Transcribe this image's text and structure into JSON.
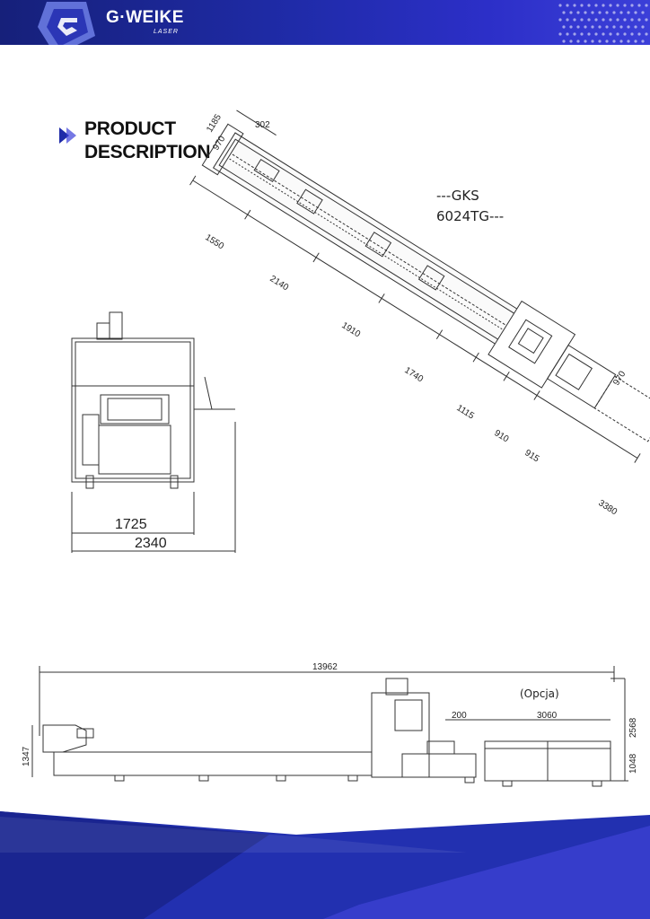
{
  "header": {
    "brand": "G·WEIKE",
    "brand_sub": "LASER",
    "colors": {
      "primary": "#1f2ba8",
      "accent": "#3b3fd8"
    }
  },
  "section": {
    "title_line1": "PRODUCT",
    "title_line2": "DESCRIPTION",
    "model_line1": "---GKS",
    "model_line2": "6024TG---"
  },
  "top_view_dims": {
    "d1185": "1185",
    "d302": "302",
    "d970a": "970",
    "d1550": "1550",
    "d2140": "2140",
    "d1910": "1910",
    "d1740": "1740",
    "d1115": "1115",
    "d910": "910",
    "d915": "915",
    "d3380": "3380",
    "d970b": "970"
  },
  "front_view_dims": {
    "inner_width": "1725",
    "outer_width": "2340"
  },
  "side_view_dims": {
    "total_length": "13962",
    "option_label": "(Opcja)",
    "d200": "200",
    "d3060": "3060",
    "height_total": "2568",
    "height_left": "1347",
    "height_right": "1048"
  }
}
